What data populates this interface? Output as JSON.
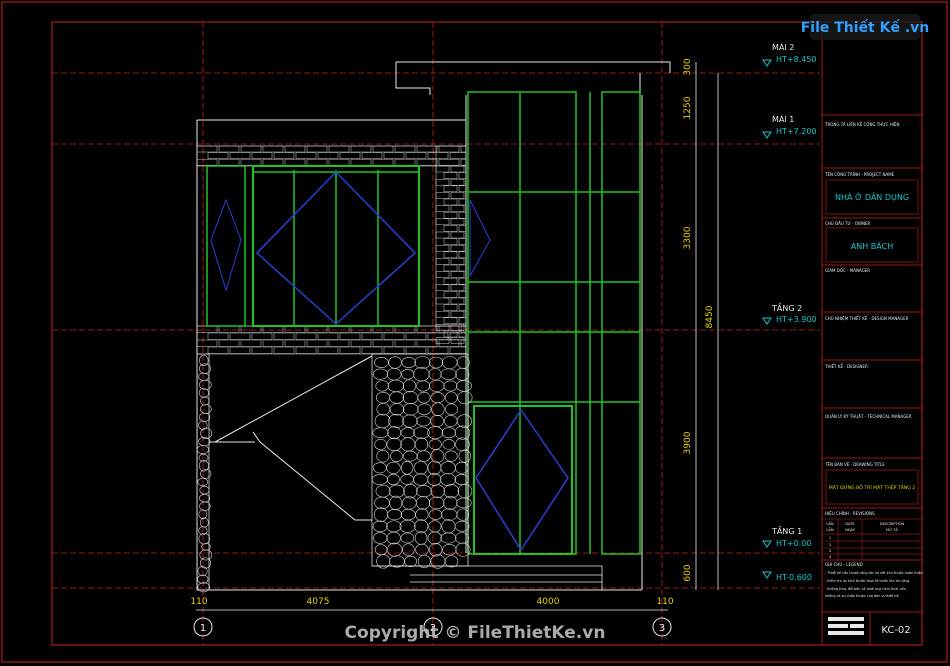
{
  "watermark_top": "File Thiết Kế .vn",
  "copyright": "Copyright © FileThietKe.vn",
  "levels": [
    {
      "name": "MÁI 2",
      "height": "HT+8.450"
    },
    {
      "name": "MÁI 1",
      "height": "HT+7.200"
    },
    {
      "name": "TẦNG 2",
      "height": "HT+3.900"
    },
    {
      "name": "TẦNG 1",
      "height": "HT+0.00"
    },
    {
      "name": "",
      "height": "HT-0.600"
    }
  ],
  "dimensions": {
    "vertical": [
      "300",
      "1250",
      "3300",
      "3900",
      "600"
    ],
    "total": "8450",
    "horizontal": [
      "110",
      "4075",
      "4000",
      "110"
    ]
  },
  "axes": [
    "1",
    "2",
    "3"
  ],
  "title_block": {
    "company_label": "TRONG TÀ LIỀN KỀ CÔNG THỰC HIỆN",
    "project_label": "TÊN CÔNG TRÌNH - PROJECT NAME",
    "project_name": "NHÀ Ở DÂN DỤNG",
    "owner_label": "CHỦ ĐẦU TƯ - OWNER",
    "owner_name": "ANH BÁCH",
    "director_label": "GIÁM ĐỐC - MANAGER",
    "design_manager_label": "CHỦ NHIỆM THIẾT KẾ - DESIGN MANAGER",
    "designer_label": "THIẾT KẾ - DESIGNER",
    "technical_label": "QUẢN LÝ KỸ THUẬT - TECHNICAL MANAGER",
    "drawing_title_label": "TÊN BẢN VẼ - DRAWING TITLE",
    "drawing_title": "MẶT ĐỨNG BỐ TRÍ MẶT THÉP TẦNG 2",
    "revision_label": "HIỆU CHỈNH - REVISIONS",
    "rev_headers": [
      "LẦN",
      "DATE",
      "DESCRIPTION"
    ],
    "rev_subheaders": [
      "LẦN",
      "NGÀY",
      "MÔ TẢ"
    ],
    "rev_rows": [
      "1",
      "2",
      "3",
      "4"
    ],
    "notes_label": "GHI CHÚ - LEGEND",
    "notes": [
      "- Thiết kế cấu thuật công tác và kết khu thuộc hoàn thiện.",
      "- Kiểm tra lại kích thước thực tế trước khi thi công.",
      "- Không thay đổi bản vẽ dưới mọi hình thức nếu",
      "  không có sự chấp thuận của đơn vị thiết kế."
    ],
    "sheet_number": "KC-02"
  },
  "colors": {
    "frame": "#cc1f1f",
    "green": "#22c322",
    "blue": "#2a3fd6",
    "white": "#e8e8e8",
    "cyan": "#19c6c6",
    "stone": "#d8d8d8",
    "yellow": "#e6d200"
  }
}
